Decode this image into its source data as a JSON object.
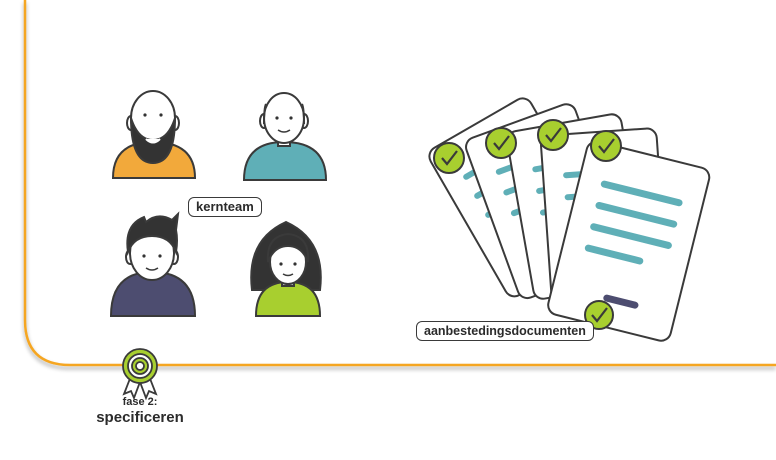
{
  "labels": {
    "team": "kernteam",
    "documents": "aanbestedingsdocumenten"
  },
  "phase": {
    "number_label": "fase 2:",
    "name": "specificeren"
  },
  "colors": {
    "frame_border": "#f5a623",
    "person_orange": "#f2a93b",
    "person_teal": "#5fafb7",
    "person_navy": "#4d4d70",
    "person_green": "#a8cf2f",
    "check_green": "#a8cf2f",
    "doc_line": "#5fafb7",
    "outline": "#3a3a3a"
  },
  "icons": [
    "target-badge-icon",
    "person-icon",
    "checkmark-icon",
    "document-icon"
  ]
}
